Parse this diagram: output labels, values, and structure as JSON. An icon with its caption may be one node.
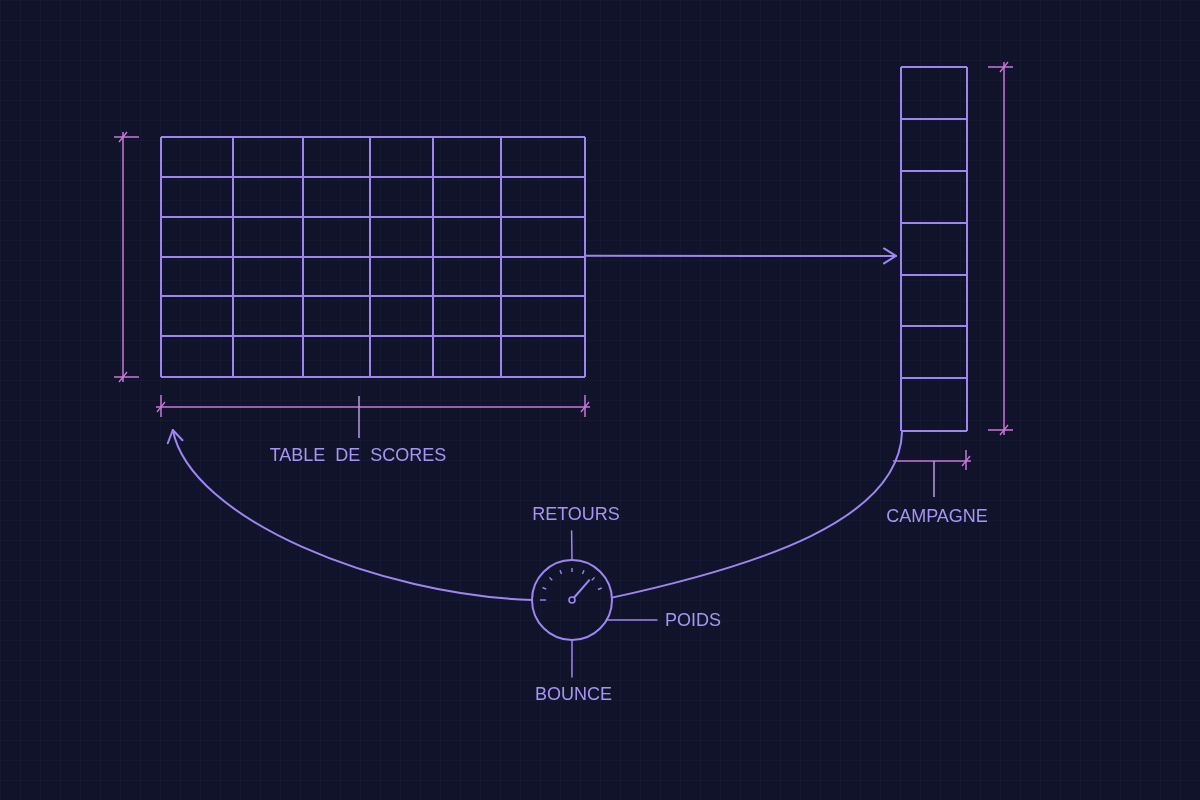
{
  "diagram": {
    "nodes": [
      {
        "text": [],
        "shape": "grid",
        "beside": [
          "TABLE DE SCORES"
        ]
      },
      {
        "text": [],
        "shape": "grid"
      },
      {
        "text": [],
        "shape": "gauge"
      },
      {
        "text": [
          "RETOURS"
        ]
      },
      {
        "text": [
          "POIDS"
        ]
      },
      {
        "text": [
          "BOUNCE"
        ]
      }
    ],
    "edges": [
      {
        "from": 0,
        "to": 1,
        "arrow": "to"
      },
      {
        "from": 1,
        "to": 2,
        "arrow": "none"
      },
      {
        "from": 2,
        "to": 0,
        "arrow": "to"
      },
      {
        "from": 3,
        "to": 2,
        "arrow": "none"
      },
      {
        "from": 4,
        "to": 2,
        "arrow": "none"
      },
      {
        "from": 5,
        "to": 2,
        "arrow": "none"
      }
    ],
    "labels": [
      "CAMPAGNE"
    ]
  }
}
